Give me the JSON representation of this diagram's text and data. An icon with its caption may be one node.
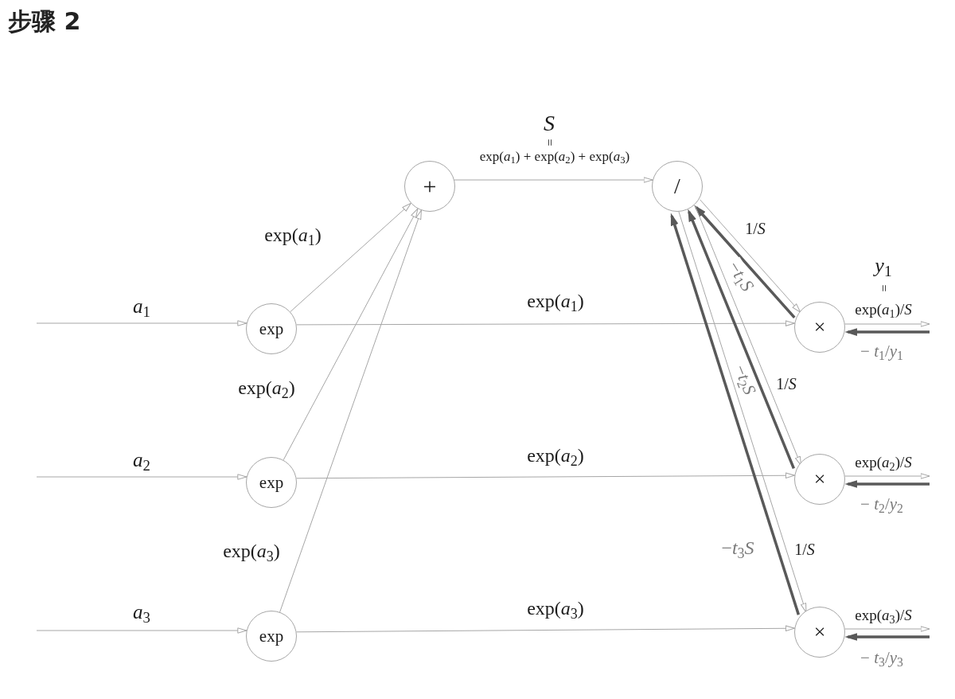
{
  "diagram": {
    "title": "步骤 2",
    "nodes": [
      {
        "text": [
          "exp"
        ]
      },
      {
        "text": [
          "exp"
        ]
      },
      {
        "text": [
          "exp"
        ]
      },
      {
        "text": [
          "+"
        ]
      },
      {
        "text": [
          "/"
        ]
      },
      {
        "text": [
          "×"
        ]
      },
      {
        "text": [
          "×"
        ]
      },
      {
        "text": [
          "×"
        ]
      }
    ],
    "edges": [
      {
        "from": null,
        "to": 0,
        "arrow": "to",
        "label": "*a*$_{1}$"
      },
      {
        "from": 0,
        "to": 3,
        "arrow": "to",
        "label": "exp(*a*$_{1}$)"
      },
      {
        "from": 0,
        "to": 5,
        "arrow": "to",
        "label": "exp(*a*$_{1}$)"
      },
      {
        "from": null,
        "to": 1,
        "arrow": "to",
        "label": "*a*$_{2}$"
      },
      {
        "from": 1,
        "to": 3,
        "arrow": "to",
        "label": "exp(*a*$_{2}$)"
      },
      {
        "from": 1,
        "to": 6,
        "arrow": "to",
        "label": "exp(*a*$_{2}$)"
      },
      {
        "from": null,
        "to": 2,
        "arrow": "to",
        "label": "*a*$_{3}$"
      },
      {
        "from": 2,
        "to": 3,
        "arrow": "to",
        "label": "exp(*a*$_{3}$)"
      },
      {
        "from": 2,
        "to": 7,
        "arrow": "to",
        "label": "exp(*a*$_{3}$)"
      },
      {
        "from": 3,
        "to": 4,
        "arrow": "to",
        "label": "exp(*a*$_{1}$) + exp(*a*$_{2}$) + exp(*a*$_{3}$)"
      },
      {
        "from": 4,
        "to": 5,
        "arrow": "to",
        "label": "1/*S*"
      },
      {
        "from": 5,
        "to": 4,
        "arrow": "to",
        "label": "−*t*$_{1}$*S*",
        "style": "thick",
        "color": "#595959"
      },
      {
        "from": 4,
        "to": 6,
        "arrow": "to",
        "label": "1/*S*"
      },
      {
        "from": 6,
        "to": 4,
        "arrow": "to",
        "label": "−*t*$_{2}$*S*",
        "style": "thick",
        "color": "#595959"
      },
      {
        "from": 4,
        "to": 7,
        "arrow": "to",
        "label": "1/*S*"
      },
      {
        "from": 7,
        "to": 4,
        "arrow": "to",
        "label": "−*t*$_{3}$*S*",
        "style": "thick",
        "color": "#595959"
      },
      {
        "from": 5,
        "to": null,
        "arrow": "to",
        "label": "exp(*a*$_{1}$)/*S*"
      },
      {
        "from": null,
        "to": 5,
        "arrow": "to",
        "label": "− *t*$_{1}$/*y*$_{1}$",
        "style": "thick",
        "color": "#595959"
      },
      {
        "from": 6,
        "to": null,
        "arrow": "to",
        "label": "exp(*a*$_{2}$)/*S*"
      },
      {
        "from": null,
        "to": 6,
        "arrow": "to",
        "label": "− *t*$_{2}$/*y*$_{2}$",
        "style": "thick",
        "color": "#595959"
      },
      {
        "from": 7,
        "to": null,
        "arrow": "to",
        "label": "exp(*a*$_{3}$)/*S*"
      },
      {
        "from": null,
        "to": 7,
        "arrow": "to",
        "label": "− *t*$_{3}$/*y*$_{3}$",
        "style": "thick",
        "color": "#595959"
      }
    ],
    "labels": [
      "S",
      "=",
      "*y*$_{1}$",
      "="
    ]
  }
}
